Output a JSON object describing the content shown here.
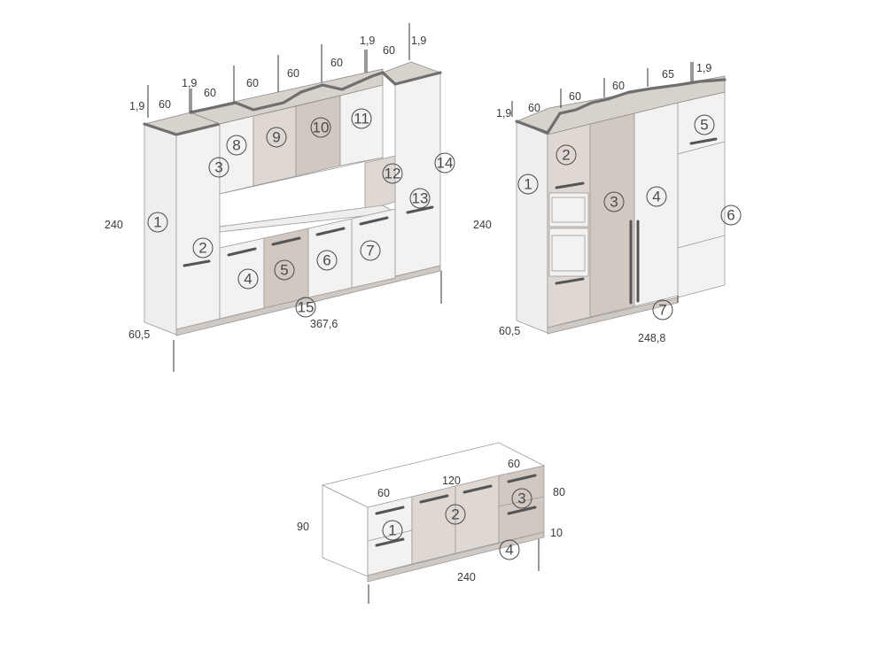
{
  "left_config": {
    "dims": [
      "1,9",
      "60",
      "1,9",
      "60",
      "60",
      "60",
      "60",
      "60",
      "1,9",
      "60",
      "1,9",
      "240",
      "60,5",
      "367,6"
    ],
    "markers": [
      "1",
      "2",
      "3",
      "4",
      "5",
      "6",
      "7",
      "8",
      "9",
      "10",
      "11",
      "12",
      "13",
      "14",
      "15"
    ]
  },
  "right_config": {
    "dims": [
      "1,9",
      "60",
      "60",
      "60",
      "65",
      "1,9",
      "240",
      "60,5",
      "248,8"
    ],
    "markers": [
      "1",
      "2",
      "3",
      "4",
      "5",
      "6",
      "7"
    ]
  },
  "island": {
    "dims": [
      "60",
      "120",
      "60",
      "80",
      "10",
      "90",
      "240"
    ],
    "markers": [
      "1",
      "2",
      "3",
      "4"
    ]
  },
  "colors": {
    "white_finish": "#f4f2f0",
    "beige_finish": "#ded7d2",
    "taupe_finish": "#d2c8c2",
    "line": "#333333"
  }
}
